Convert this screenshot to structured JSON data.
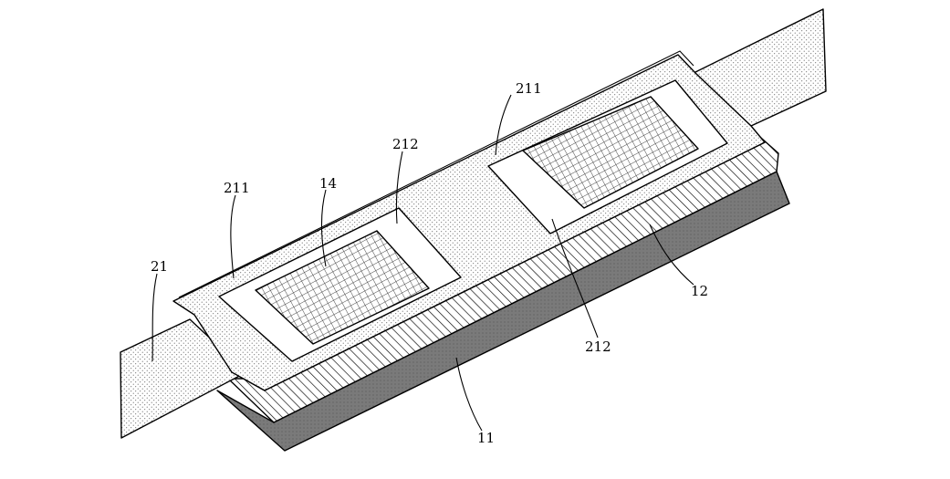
{
  "figure": {
    "labels": {
      "strip": "21",
      "frame_left": "211",
      "frame_right": "211",
      "window_left": "212",
      "window_right": "212",
      "pad": "14",
      "substrate": "11",
      "layer": "12"
    },
    "colors": {
      "background": "#ffffff",
      "outline": "#000000",
      "substrate_fill": "#7a7a7a",
      "stipple_dot": "#555555",
      "hatch_line": "#000000",
      "mesh_line": "#333333"
    }
  }
}
